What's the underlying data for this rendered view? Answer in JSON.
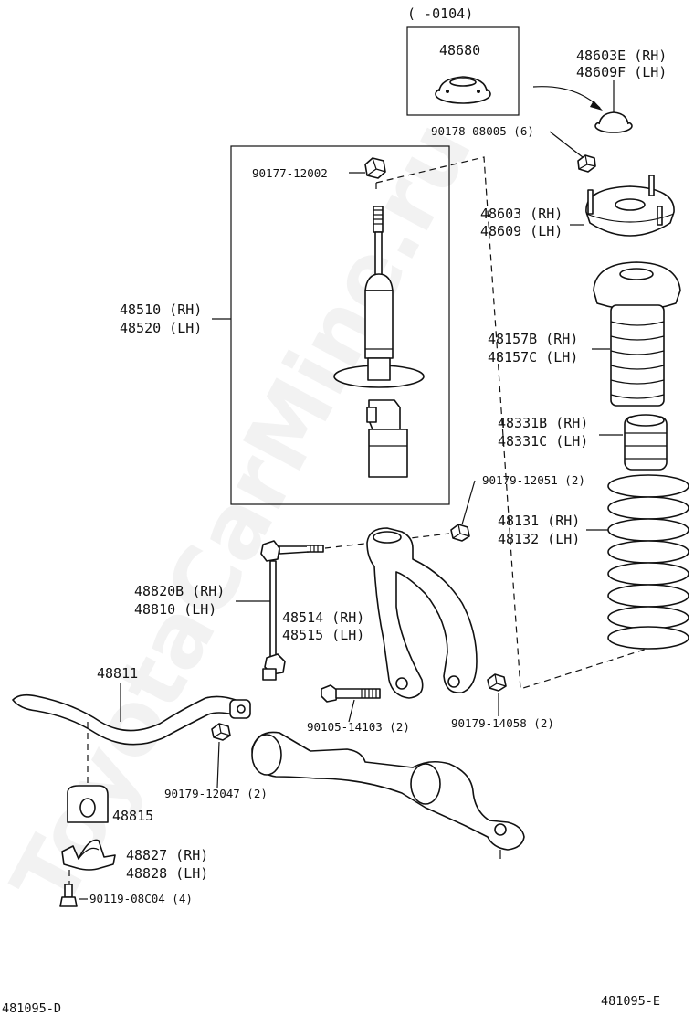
{
  "watermark": "ToyotaCarMine.ru",
  "date_range": "(       -0104)",
  "parts": {
    "p48680": "48680",
    "p48603e": "48603E (RH)",
    "p48609f": "48609F (LH)",
    "p90178": "90178-08005 (6)",
    "p90177": "90177-12002",
    "p48603": "48603 (RH)",
    "p48609": "48609 (LH)",
    "p48510": "48510 (RH)",
    "p48520": "48520 (LH)",
    "p48157b": "48157B (RH)",
    "p48157c": "48157C (LH)",
    "p48331b": "48331B (RH)",
    "p48331c": "48331C (LH)",
    "p90179_12051": "90179-12051 (2)",
    "p48131": "48131 (RH)",
    "p48132": "48132 (LH)",
    "p48820b": "48820B (RH)",
    "p48810": "48810   (LH)",
    "p48514": "48514 (RH)",
    "p48515": "48515 (LH)",
    "p48811": "48811",
    "p90105": "90105-14103 (2)",
    "p90179_14058": "90179-14058 (2)",
    "p90179_12047": "90179-12047 (2)",
    "p48815": "48815",
    "p48827": "48827 (RH)",
    "p48828": "48828 (LH)",
    "p90119": "90119-08C04 (4)"
  },
  "footer": {
    "left_code": "481095-D",
    "right_code": "481095-E"
  }
}
